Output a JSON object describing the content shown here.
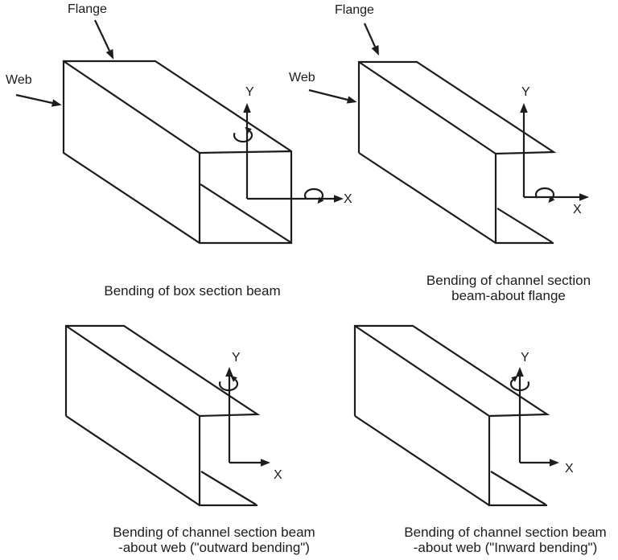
{
  "canvas": {
    "background": "#ffffff",
    "line_color": "#1c1c1c"
  },
  "diagrams": [
    {
      "name": "box-beam",
      "labels": {
        "flange": "Flange",
        "web": "Web",
        "y": "Y",
        "x": "X"
      },
      "caption": [
        "Bending of box section beam"
      ]
    },
    {
      "name": "channel-about-flange",
      "labels": {
        "flange": "Flange",
        "web": "Web",
        "y": "Y",
        "x": "X"
      },
      "caption": [
        "Bending of channel section",
        "beam-about flange"
      ]
    },
    {
      "name": "channel-about-web-outward",
      "labels": {
        "y": "Y",
        "x": "X"
      },
      "caption": [
        "Bending of channel section beam",
        "-about web (\"outward bending\")"
      ]
    },
    {
      "name": "channel-about-web-inward",
      "labels": {
        "y": "Y",
        "x": "X"
      },
      "caption": [
        "Bending of channel section beam",
        "-about web (\"Inward bending\")"
      ]
    }
  ]
}
